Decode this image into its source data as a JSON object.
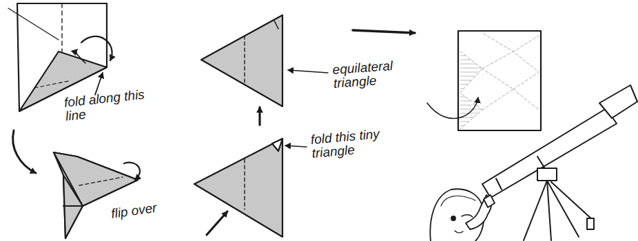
{
  "diagram": {
    "labels": [
      "fold along this line",
      "flip over",
      "fold this tiny triangle",
      "equilateral triangle"
    ]
  }
}
